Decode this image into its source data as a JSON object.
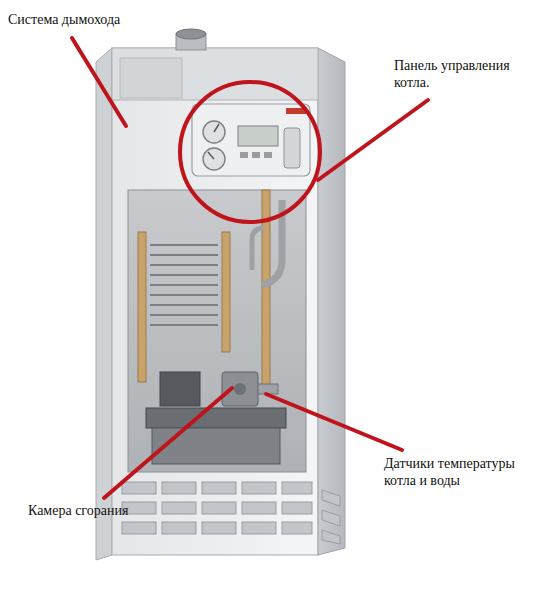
{
  "diagram": {
    "labels": [
      "Система дымохода",
      "Панель управления котла.",
      "Камера сгорания",
      "Датчики температуры котла и воды"
    ]
  }
}
